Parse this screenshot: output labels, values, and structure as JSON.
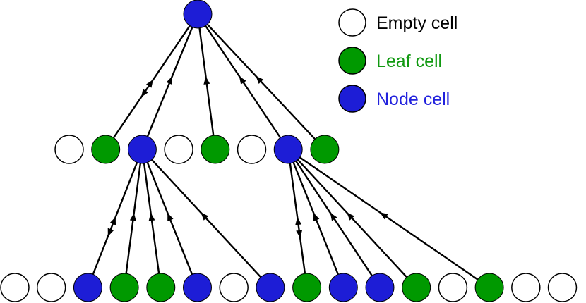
{
  "colors": {
    "empty": "#ffffff",
    "leaf": "#009900",
    "node": "#1d1dd6",
    "stroke": "#000000",
    "edge": "#000000"
  },
  "legend": [
    {
      "kind": "empty",
      "label": "Empty cell",
      "text_color": "#000000"
    },
    {
      "kind": "leaf",
      "label": "Leaf cell",
      "text_color": "#119911"
    },
    {
      "kind": "node",
      "label": "Node cell",
      "text_color": "#2222dd"
    }
  ],
  "tree": {
    "root": {
      "kind": "node"
    },
    "level1": [
      "empty",
      "leaf",
      "node",
      "empty",
      "leaf",
      "empty",
      "node",
      "leaf"
    ],
    "level2": [
      "empty",
      "empty",
      "node",
      "leaf",
      "leaf",
      "node",
      "empty",
      "node",
      "leaf",
      "node",
      "node",
      "leaf",
      "empty",
      "leaf",
      "empty",
      "empty"
    ],
    "edges": [
      {
        "from": "root",
        "to": "level1.1",
        "arrow": "bidirectional"
      },
      {
        "from": "root",
        "to": "level1.2",
        "arrow": "up"
      },
      {
        "from": "root",
        "to": "level1.4",
        "arrow": "up"
      },
      {
        "from": "root",
        "to": "level1.6",
        "arrow": "up"
      },
      {
        "from": "root",
        "to": "level1.7",
        "arrow": "up"
      },
      {
        "from": "level1.2",
        "to": "level2.2",
        "arrow": "bidirectional"
      },
      {
        "from": "level1.2",
        "to": "level2.3",
        "arrow": "up"
      },
      {
        "from": "level1.2",
        "to": "level2.4",
        "arrow": "up"
      },
      {
        "from": "level1.2",
        "to": "level2.5",
        "arrow": "up"
      },
      {
        "from": "level1.2",
        "to": "level2.7",
        "arrow": "up"
      },
      {
        "from": "level1.6",
        "to": "level2.8",
        "arrow": "bidirectional"
      },
      {
        "from": "level1.6",
        "to": "level2.9",
        "arrow": "up"
      },
      {
        "from": "level1.6",
        "to": "level2.10",
        "arrow": "up"
      },
      {
        "from": "level1.6",
        "to": "level2.11",
        "arrow": "up"
      },
      {
        "from": "level1.6",
        "to": "level2.13",
        "arrow": "up"
      }
    ]
  }
}
